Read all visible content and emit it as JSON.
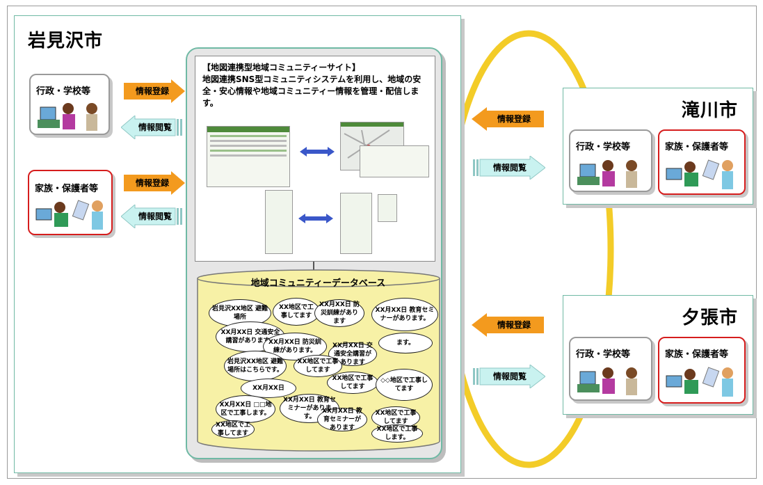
{
  "iwamizawa": {
    "title": "岩見沢市",
    "admin_label": "行政・学校等",
    "family_label": "家族・保護者等",
    "register_label": "情報登録",
    "browse_label": "情報閲覧"
  },
  "takikawa": {
    "title": "滝川市",
    "admin_label": "行政・学校等",
    "family_label": "家族・保護者等",
    "register_label": "情報登録",
    "browse_label": "情報閲覧"
  },
  "yubari": {
    "title": "夕張市",
    "admin_label": "行政・学校等",
    "family_label": "家族・保護者等",
    "register_label": "情報登録",
    "browse_label": "情報閲覧"
  },
  "site": {
    "heading": "【地図連携型地域コミュニティーサイト】",
    "description": "地図連携SNS型コミュニティシステムを利用し、地域の安全・安心情報や地域コミュニティー情報を管理・配信します。"
  },
  "database": {
    "title": "地域コミュニティーデータベース",
    "bubbles": [
      "岩見沢XX地区 避難場所",
      "XX地区で工事してます",
      "XX月XX日 防災訓練があります",
      "XX月XX日 教育セミナーがあります。",
      "XX月XX日 交通安全講習があります。",
      "XX月XX日 防災訓練があります。",
      "ます。",
      "XX月XX日 交通安全講習があります",
      "岩見沢XX地区 避難場所はこちらです。",
      "XX地区で工事してます",
      "XX地区で工事してます",
      "◇◇地区で工事してます",
      "XX月XX日",
      "XX月XX日 □□地区で工事します。",
      "XX月XX日 教育セミナーがあります。",
      "XX月XX日 教育セミナーがあります",
      "XX地区で工事してます",
      "XX地区で工事してます",
      "XX地区で工事します。"
    ]
  },
  "colors": {
    "panel_border": "#6fb9a4",
    "register_arrow": "#f39a1e",
    "browse_arrow": "#c9f2f0",
    "red_border": "#d61d1d",
    "db_fill": "#f7f1a6",
    "ring": "#f3cc28"
  }
}
